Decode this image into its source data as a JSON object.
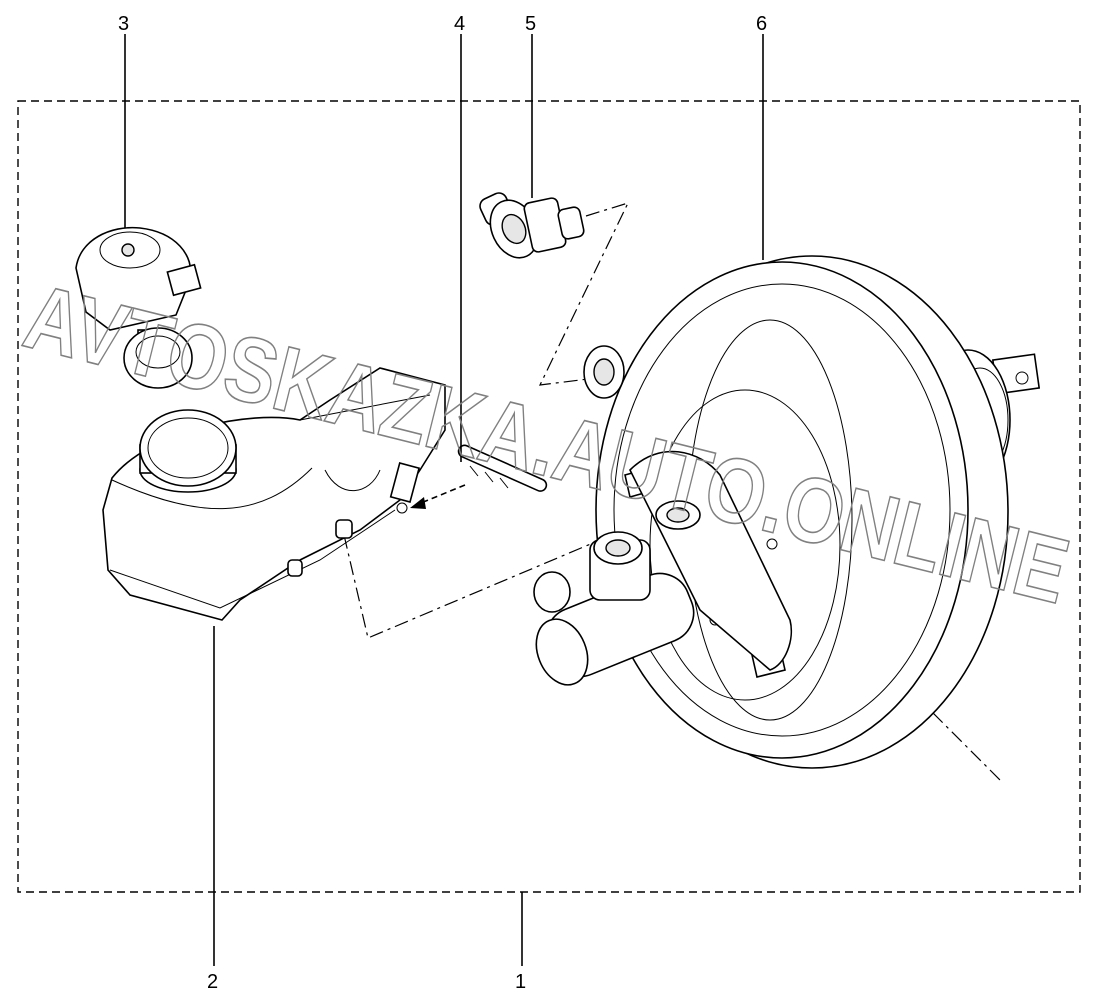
{
  "diagram": {
    "callouts": [
      {
        "id": "assembly",
        "number": "1"
      },
      {
        "id": "reservoir",
        "number": "2"
      },
      {
        "id": "reservoir-cap",
        "number": "3"
      },
      {
        "id": "retaining-pin",
        "number": "4"
      },
      {
        "id": "valve-fitting",
        "number": "5"
      },
      {
        "id": "brake-booster",
        "number": "6"
      }
    ],
    "watermark": "AVTOSKAZKA.AUTO.ONLINE"
  },
  "colors": {
    "line": "#000000",
    "background": "#ffffff",
    "watermark": "#808080",
    "shading": "#e6e6e6"
  }
}
